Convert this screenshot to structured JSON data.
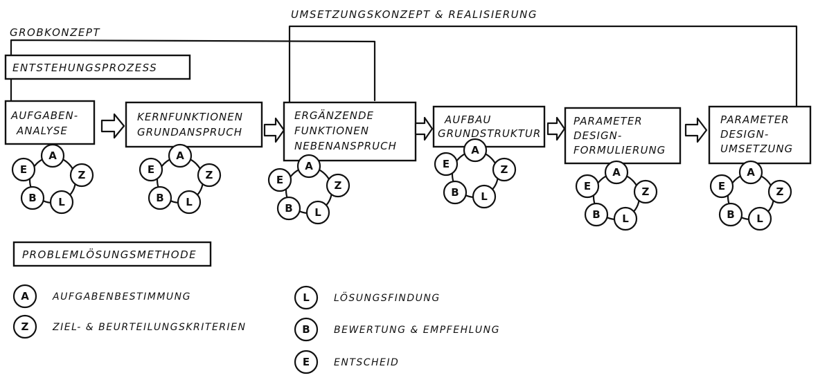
{
  "labels": {
    "grobkonzept": "GROBKONZEPT",
    "umsetzung": "UMSETZUNGSKONZEPT & REALISIERUNG",
    "entstehungsprozess": "ENTSTEHUNGSPROZESS",
    "problemloesung": "PROBLEMLÖSUNGSMETHODE"
  },
  "steps": [
    {
      "lines": [
        "AUFGABEN-",
        "ANALYSE"
      ]
    },
    {
      "lines": [
        "KERNFUNKTIONEN",
        "GRUNDANSPRUCH"
      ]
    },
    {
      "lines": [
        "ERGÄNZENDE",
        "FUNKTIONEN",
        "NEBENANSPRUCH"
      ]
    },
    {
      "lines": [
        "AUFBAU",
        "GRUNDSTRUKTUR"
      ]
    },
    {
      "lines": [
        "PARAMETER",
        "DESIGN-",
        "FORMULIERUNG"
      ]
    },
    {
      "lines": [
        "PARAMETER",
        "DESIGN-",
        "UMSETZUNG"
      ]
    }
  ],
  "cycle_letters": [
    "A",
    "Z",
    "L",
    "B",
    "E"
  ],
  "legend": [
    {
      "letter": "A",
      "text": "AUFGABENBESTIMMUNG"
    },
    {
      "letter": "Z",
      "text": "ZIEL- & BEURTEILUNGSKRITERIEN"
    },
    {
      "letter": "L",
      "text": "LÖSUNGSFINDUNG"
    },
    {
      "letter": "B",
      "text": "BEWERTUNG & EMPFEHLUNG"
    },
    {
      "letter": "E",
      "text": "ENTSCHEID"
    }
  ]
}
